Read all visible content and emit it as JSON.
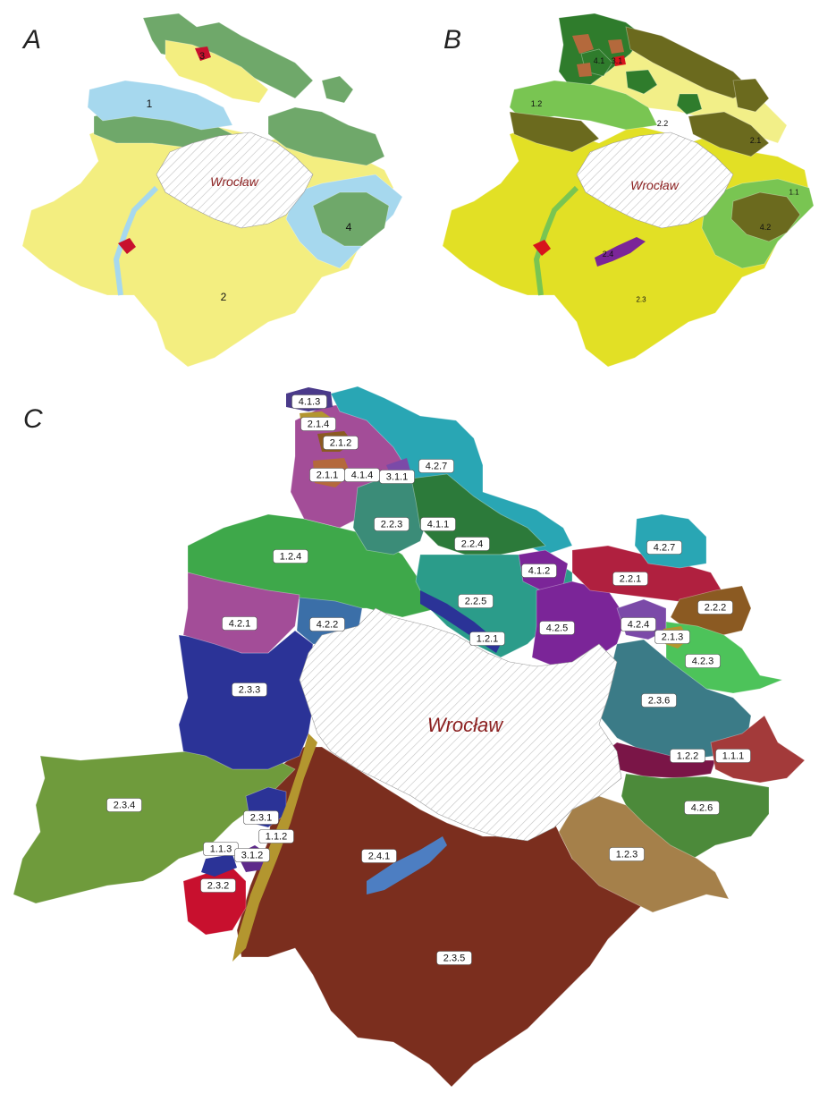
{
  "panels": {
    "a": {
      "letter": "A",
      "city": "Wrocław",
      "labels": [
        "1",
        "2",
        "3",
        "4"
      ]
    },
    "b": {
      "letter": "B",
      "city": "Wrocław",
      "labels": [
        "4.1",
        "3.1",
        "1.2",
        "2.2",
        "2.1",
        "1.1",
        "4.2",
        "2.4",
        "2.3"
      ]
    },
    "c": {
      "letter": "C",
      "city": "Wrocław",
      "labels": [
        "4.1.3",
        "2.1.4",
        "2.1.2",
        "2.1.1",
        "4.1.4",
        "3.1.1",
        "4.2.7",
        "2.2.3",
        "4.1.1",
        "2.2.4",
        "4.2.7",
        "1.2.4",
        "4.1.2",
        "2.2.1",
        "2.2.2",
        "4.2.1",
        "4.2.2",
        "2.2.5",
        "4.2.5",
        "4.2.4",
        "2.1.3",
        "1.2.1",
        "4.2.3",
        "2.3.3",
        "2.3.6",
        "1.2.2",
        "1.1.1",
        "2.3.4",
        "4.2.6",
        "2.3.1",
        "1.1.2",
        "1.1.3",
        "3.1.2",
        "2.4.1",
        "1.2.3",
        "2.3.2",
        "2.3.5"
      ]
    }
  },
  "colors": {
    "hatch": "#bdbdbd",
    "a": {
      "yellow": "#f3ee80",
      "green": "#6fa86a",
      "blue": "#a6d8ee",
      "red": "#c8102e"
    },
    "b": {
      "yellow": "#e2e025",
      "paleyellow": "#f2ef88",
      "lightgreen": "#79c552",
      "darkgreen": "#2f7c2c",
      "olive": "#6b6a1e",
      "brown": "#b4693c",
      "purple": "#7b2598",
      "red": "#d7141c"
    },
    "c": {
      "brownred": "#7b2e1e",
      "olive": "#6f9b3c",
      "navy": "#2b3397",
      "magenta": "#a34d98",
      "teal": "#29a6b4",
      "green": "#3ea84a",
      "seagreen": "#2b9c8a",
      "darkgreen": "#2c7a3a",
      "crimson": "#b0203f",
      "violet": "#7b2598",
      "brown": "#8b5a22",
      "slate": "#3b7b87",
      "tan": "#a5804a",
      "forest": "#4c8a3a",
      "blue": "#4d7ec2",
      "red": "#c8102e",
      "maroon": "#7a1547",
      "rose": "#a33a3a",
      "khaki": "#b3962f",
      "lightgreen": "#4dc35a"
    }
  }
}
